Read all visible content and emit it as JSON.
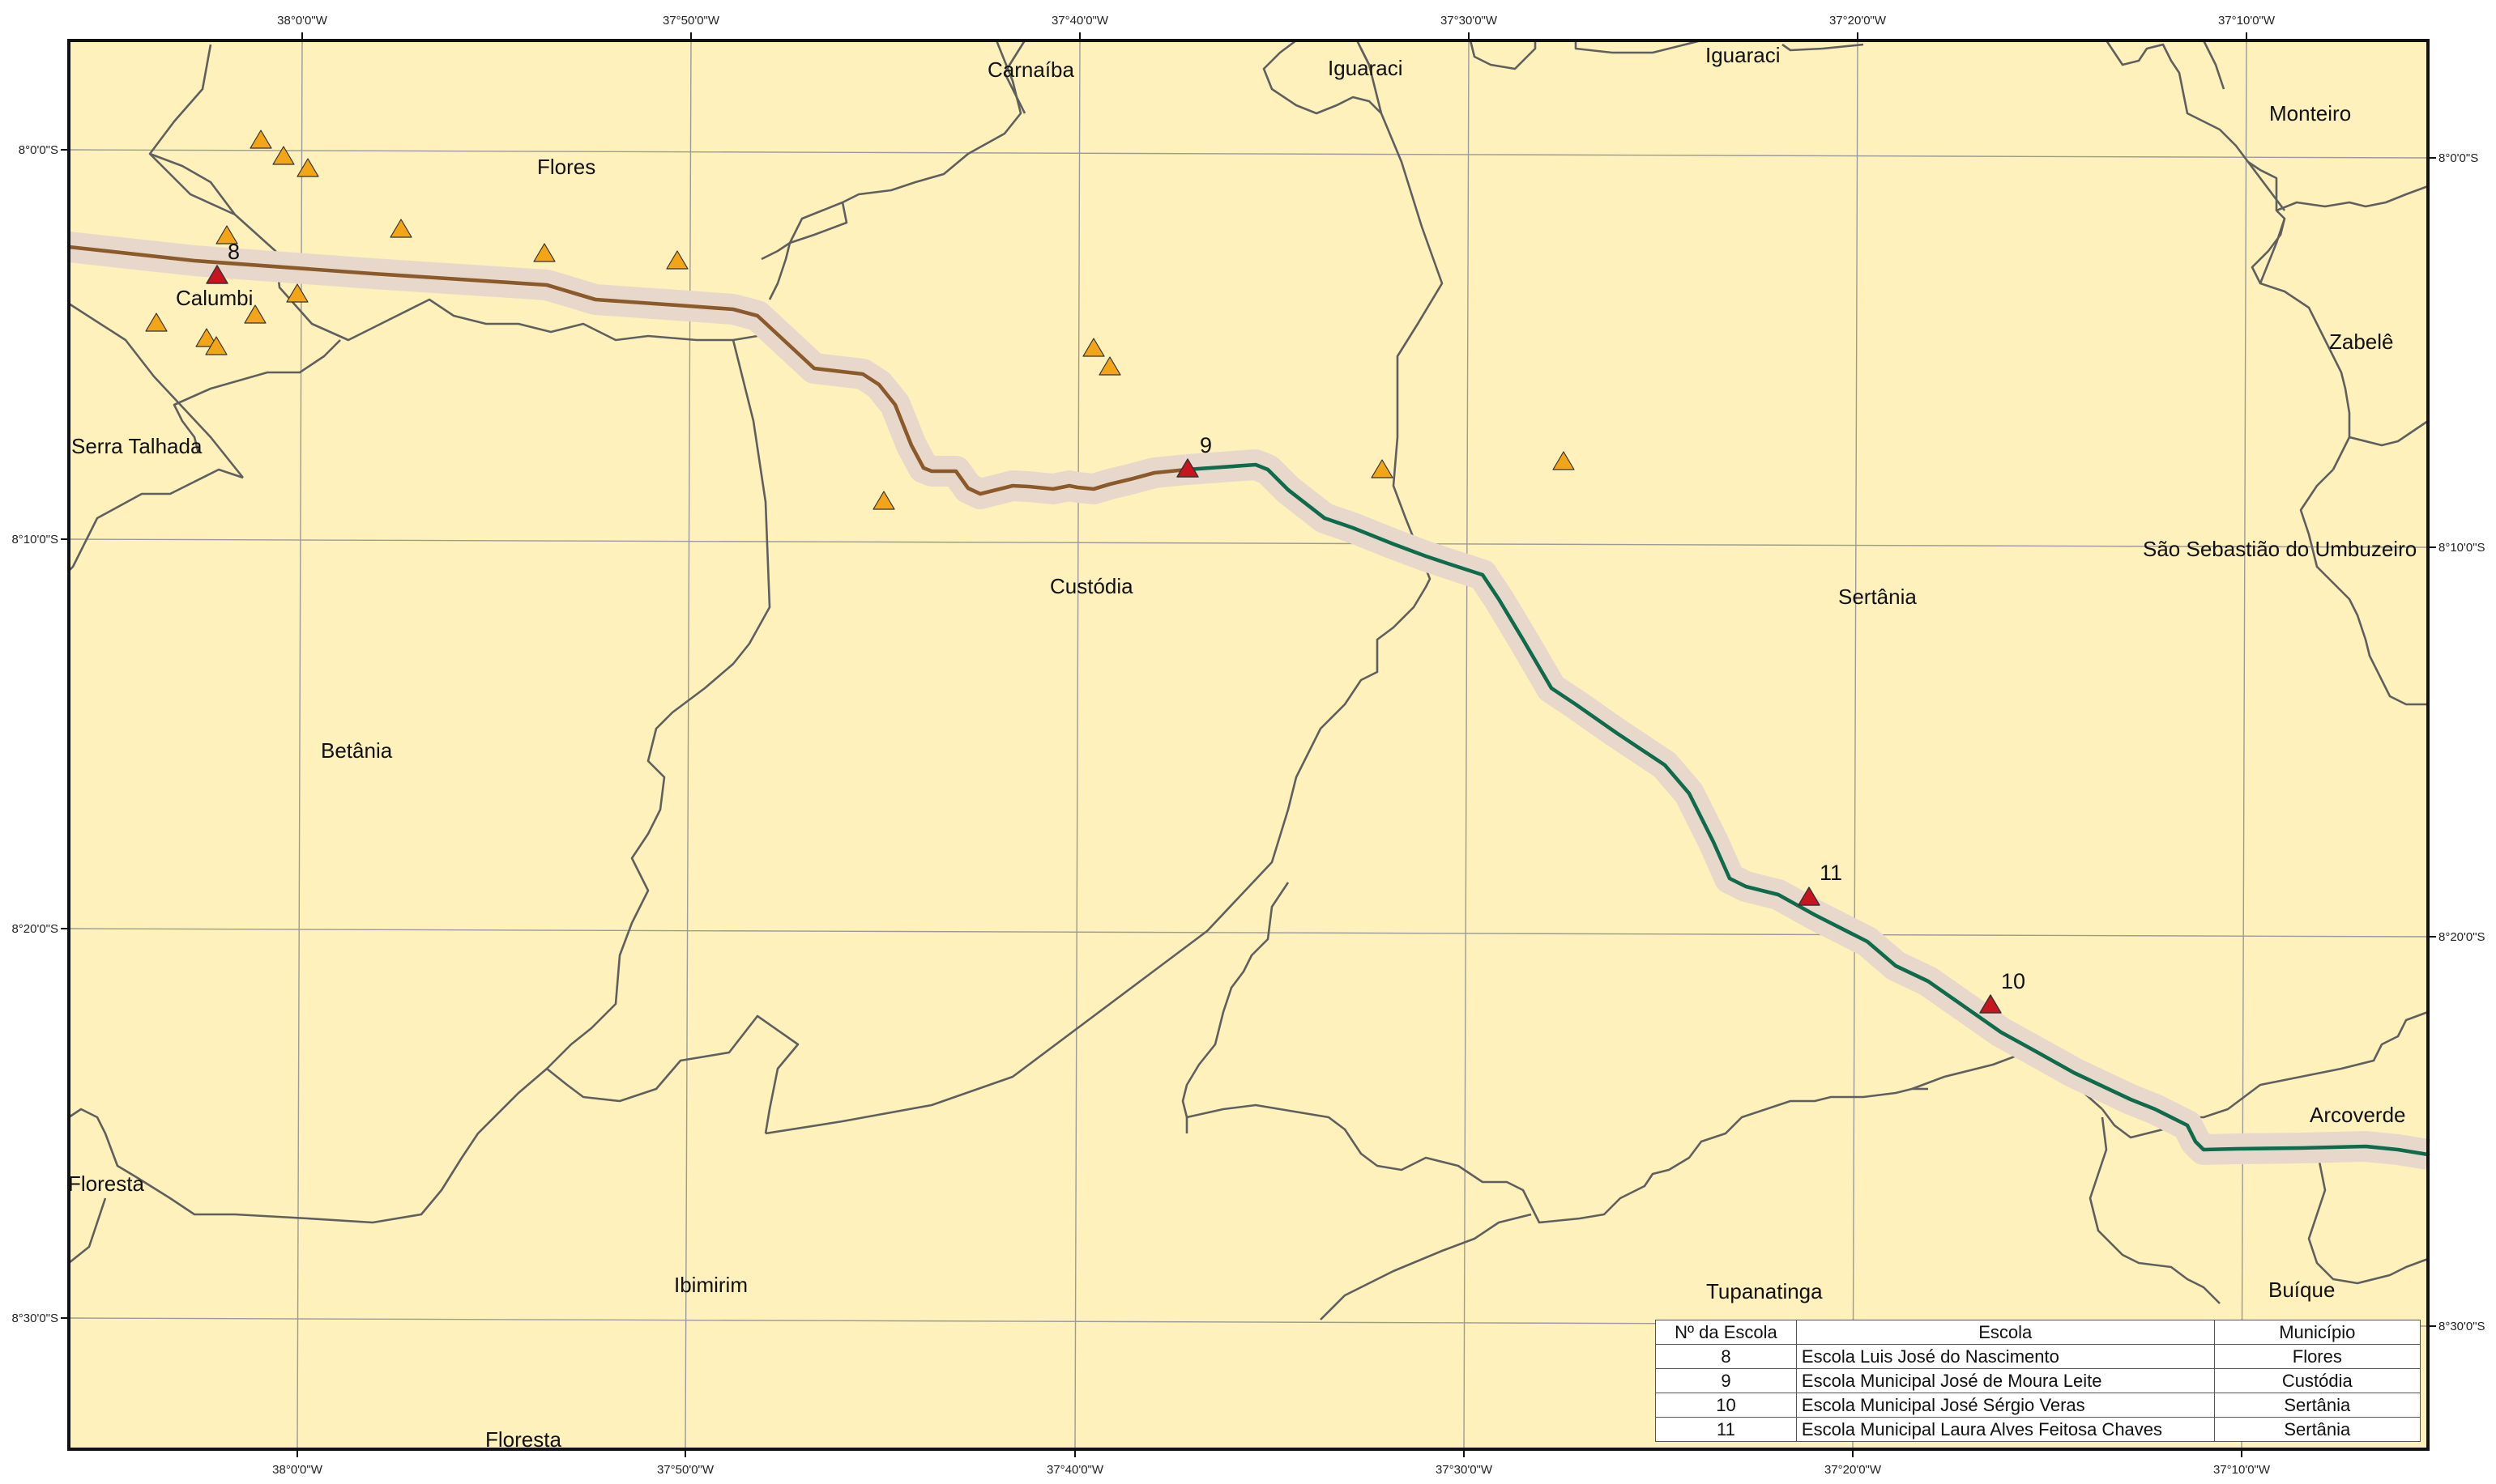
{
  "map": {
    "colors": {
      "land": "#FEF1BC",
      "border": "#5F5F5F",
      "graticule": "#9A9A9A",
      "route_brown": "#8B5A2B",
      "route_green": "#0E6B4B",
      "route_buffer": "#E8D8CC",
      "school_marker": "#C8141E",
      "other_marker": "#F2A516"
    },
    "top_lon_labels": [
      "38°0'0\"W",
      "37°50'0\"W",
      "37°40'0\"W",
      "37°30'0\"W",
      "37°20'0\"W",
      "37°10'0\"W"
    ],
    "bottom_lon_labels": [
      "38°0'0\"W",
      "37°50'0\"W",
      "37°40'0\"W",
      "37°30'0\"W",
      "37°20'0\"W",
      "37°10'0\"W"
    ],
    "left_lat_labels": [
      "8°0'0\"S",
      "8°10'0\"S",
      "8°20'0\"S",
      "8°30'0\"S"
    ],
    "right_lat_labels": [
      "8°0'0\"S",
      "8°10'0\"S",
      "8°20'0\"S",
      "8°30'0\"S"
    ],
    "municipalities": [
      "Carnaíba",
      "Iguaraci",
      "Iguaraci",
      "Monteiro",
      "Flores",
      "Calumbi",
      "Serra Talhada",
      "Zabelê",
      "Custódia",
      "São Sebastião do Umbuzeiro",
      "Sertânia",
      "Betânia",
      "Arcoverde",
      "Floresta",
      "Ibimirim",
      "Tupanatinga",
      "Buíque",
      "Floresta"
    ],
    "school_labels": [
      "8",
      "9",
      "11",
      "10"
    ]
  },
  "legend": {
    "headers": [
      "Nº da Escola",
      "Escola",
      "Município"
    ],
    "rows": [
      {
        "num": "8",
        "name": "Escola Luis José do Nascimento",
        "municipio": "Flores"
      },
      {
        "num": "9",
        "name": "Escola Municipal José de Moura Leite",
        "municipio": "Custódia"
      },
      {
        "num": "10",
        "name": "Escola Municipal José Sérgio Veras",
        "municipio": "Sertânia"
      },
      {
        "num": "11",
        "name": "Escola Municipal Laura Alves Feitosa Chaves",
        "municipio": "Sertânia"
      }
    ]
  }
}
